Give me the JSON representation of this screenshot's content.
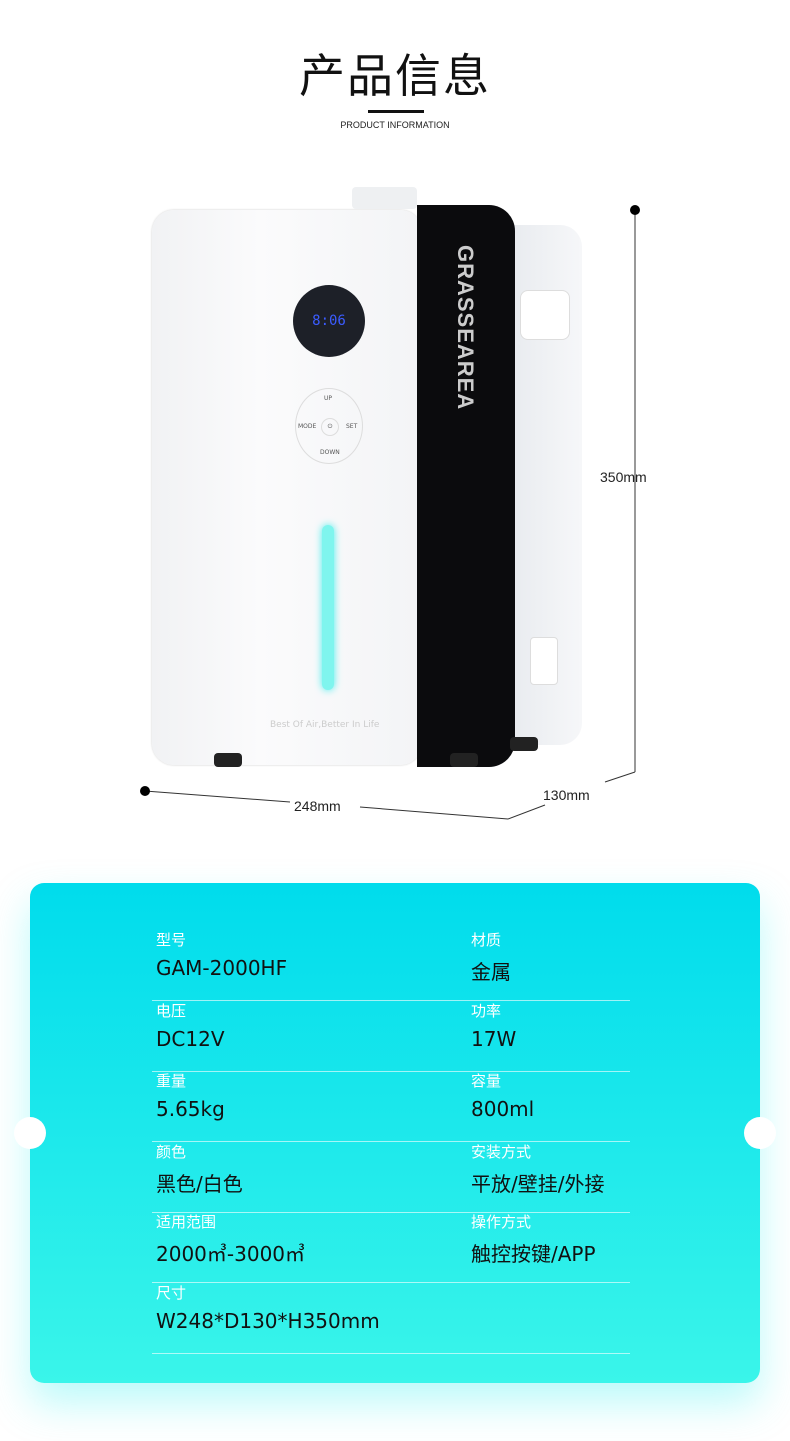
{
  "header": {
    "title": "产品信息",
    "subtitle": "PRODUCT INFORMATION"
  },
  "product": {
    "brand": "GRASSEAREA",
    "lcd_time": "8:06",
    "buttons": {
      "up": "UP",
      "down": "DOWN",
      "mode": "MODE",
      "set": "SET",
      "power": "⏻"
    },
    "slogan": "Best Of Air,Better In Life"
  },
  "dimensions": {
    "height": "350mm",
    "width": "248mm",
    "depth": "130mm"
  },
  "specs": [
    [
      {
        "label": "型号",
        "value": "GAM-2000HF"
      },
      {
        "label": "材质",
        "value": "金属"
      }
    ],
    [
      {
        "label": "电压",
        "value": "DC12V"
      },
      {
        "label": "功率",
        "value": "17W"
      }
    ],
    [
      {
        "label": "重量",
        "value": "5.65kg"
      },
      {
        "label": "容量",
        "value": "800ml"
      }
    ],
    [
      {
        "label": "颜色",
        "value": "黑色/白色"
      },
      {
        "label": "安装方式",
        "value": "平放/壁挂/外接"
      }
    ],
    [
      {
        "label": "适用范围",
        "value": "2000㎥-3000㎥"
      },
      {
        "label": "操作方式",
        "value": "触控按键/APP"
      }
    ],
    [
      {
        "label": "尺寸",
        "value": "W248*D130*H350mm"
      }
    ]
  ],
  "colors": {
    "card_top": "#00dcec",
    "card_bottom": "#3af5ea"
  }
}
